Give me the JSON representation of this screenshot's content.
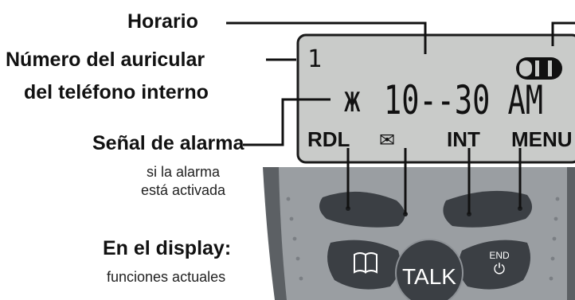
{
  "callouts": {
    "horario": "Horario",
    "numero_line1": "Número del auricular",
    "numero_line2": "del teléfono interno",
    "alarma_title": "Señal de alarma",
    "alarma_sub1": "si la alarma",
    "alarma_sub2": "está activada",
    "display_title": "En el display:",
    "display_sub": "funciones actuales"
  },
  "lcd": {
    "handset_number": "1",
    "alarm_symbol": "Ж",
    "time": "10--30 AM",
    "softkeys": [
      "RDL",
      "✉",
      "INT",
      "MENU"
    ]
  },
  "keys": {
    "talk": "TALK",
    "end": "END",
    "end_symbol": "⏻",
    "phonebook_symbol": "📖"
  },
  "colors": {
    "lcd_bg": "#c9cbc9",
    "phone_body": "#5c6064",
    "keypad_face": "#9a9ea2",
    "key_dark": "#3b3f44"
  }
}
